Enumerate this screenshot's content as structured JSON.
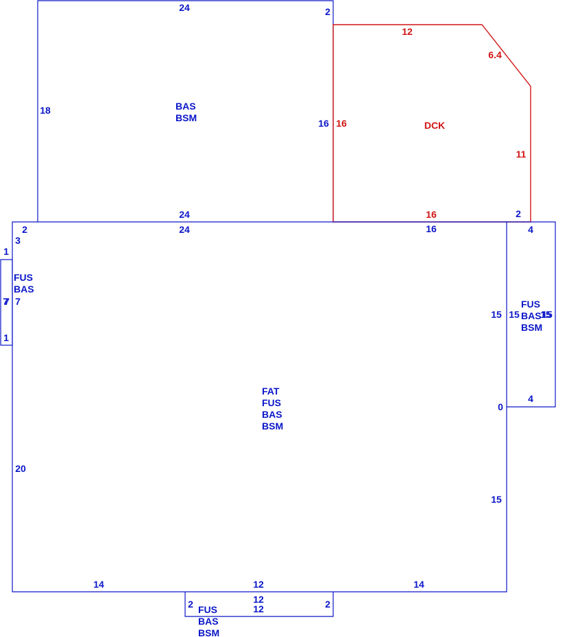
{
  "colors": {
    "outline": "#0a16c8",
    "deck": "#d21414"
  },
  "areas": {
    "upper": {
      "codes": [
        "BAS",
        "BSM"
      ]
    },
    "deck": {
      "codes": [
        "DCK"
      ]
    },
    "main": {
      "codes": [
        "FAT",
        "FUS",
        "BAS",
        "BSM"
      ]
    },
    "left_bump": {
      "codes": [
        "FUS",
        "BAS"
      ]
    },
    "right_wing": {
      "codes": [
        "FUS",
        "BAS",
        "BSM"
      ]
    },
    "bottom_bump": {
      "codes": [
        "FUS",
        "BAS",
        "BSM"
      ]
    }
  },
  "dimensions": {
    "upper": {
      "top": "24",
      "top_right": "2",
      "left": "18",
      "right": "16",
      "bottom": "24"
    },
    "deck": {
      "top": "12",
      "diagonal": "6.4",
      "right": "11",
      "left": "16",
      "bottom": "16",
      "bottom_right": "2"
    },
    "main": {
      "top_left_2": "2",
      "top_left_3": "3",
      "top": "24",
      "top_right": "16",
      "left": "20",
      "right_upper": "15",
      "right_zero": "0",
      "right_lower": "15",
      "bottom_left": "14",
      "bottom_mid": "12",
      "bottom_right": "14"
    },
    "left_bump": {
      "top": "1",
      "left_a": "7",
      "left_b": "7",
      "right": "7",
      "bottom": "1"
    },
    "right_wing": {
      "top": "4",
      "left": "15",
      "right_a": "15",
      "right_b": "15",
      "bottom": "4"
    },
    "bottom_bump": {
      "left": "2",
      "top": "12",
      "bottom": "12",
      "right": "2"
    }
  }
}
